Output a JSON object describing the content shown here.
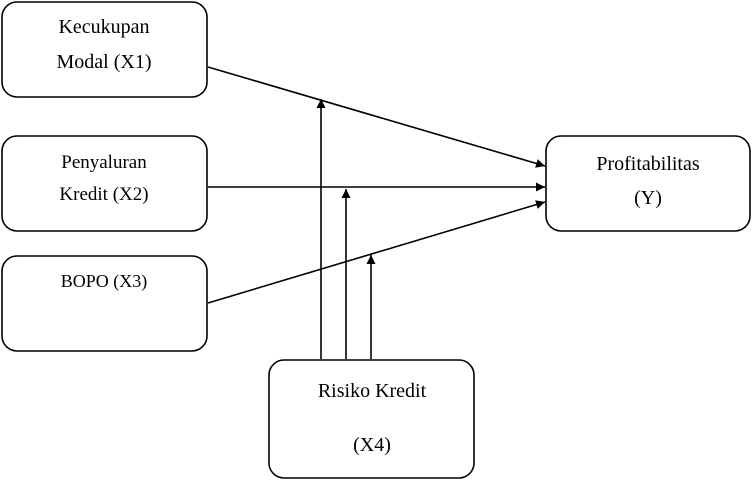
{
  "diagram": {
    "nodes": {
      "x1": {
        "line1": "Kecukupan",
        "line2": "Modal (X1)"
      },
      "x2": {
        "line1": "Penyaluran",
        "line2": "Kredit (X2)"
      },
      "x3": {
        "line1": "BOPO (X3)"
      },
      "x4": {
        "line1": "Risiko Kredit",
        "line2": "(X4)"
      },
      "y": {
        "line1": "Profitabilitas",
        "line2": "(Y)"
      }
    },
    "edges": [
      {
        "from": "x1",
        "to": "y"
      },
      {
        "from": "x2",
        "to": "y"
      },
      {
        "from": "x3",
        "to": "y"
      },
      {
        "from": "x4",
        "to": "x1-y"
      },
      {
        "from": "x4",
        "to": "x2-y"
      },
      {
        "from": "x4",
        "to": "x3-y"
      }
    ]
  }
}
